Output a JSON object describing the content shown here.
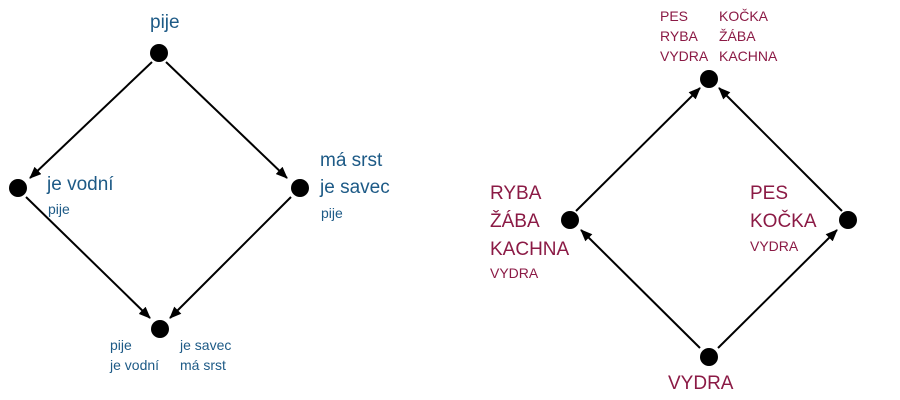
{
  "colors": {
    "left_text": "#1d5a86",
    "right_text": "#8b1a45",
    "ink": "#000000"
  },
  "left": {
    "top": {
      "main": "pije"
    },
    "left": {
      "main": "je vodní",
      "sub": "pije"
    },
    "right": {
      "main1": "má srst",
      "main2": "je savec",
      "sub": "pije"
    },
    "bottom": {
      "col1_l1": "pije",
      "col1_l2": "je vodní",
      "col2_l1": "je savec",
      "col2_l2": "má srst"
    }
  },
  "right": {
    "top": {
      "c1_l1": "PES",
      "c1_l2": "RYBA",
      "c1_l3": "VYDRA",
      "c2_l1": "KOČKA",
      "c2_l2": "ŽÁBA",
      "c2_l3": "KACHNA"
    },
    "left": {
      "l1": "RYBA",
      "l2": "ŽÁBA",
      "l3": "KACHNA",
      "sub": "VYDRA"
    },
    "right": {
      "l1": "PES",
      "l2": "KOČKA",
      "sub": "VYDRA"
    },
    "bottom": {
      "main": "VYDRA"
    }
  }
}
